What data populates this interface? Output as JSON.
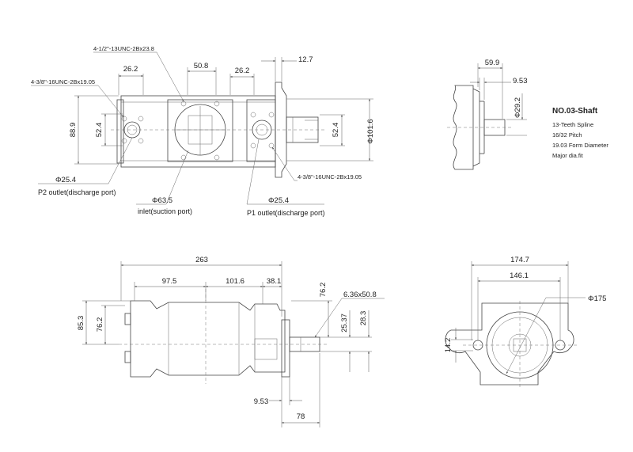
{
  "top_view": {
    "dims": {
      "d26_2_left": "26.2",
      "d50_8": "50.8",
      "d26_2_right": "26.2",
      "d12_7": "12.7",
      "d88_9": "88.9",
      "d52_4_left": "52.4",
      "d52_4_right": "52.4",
      "phi101_6": "Φ101.6"
    },
    "threads": {
      "top": "4-1/2\"-13UNC-2Bx23.8",
      "left": "4-3/8\"-16UNC-2Bx19.05",
      "right": "4-3/8\"-16UNC-2Bx19.05"
    },
    "ports": {
      "p2_size": "Φ25.4",
      "p2_label": "P2 outlet(discharge port)",
      "inlet_size": "Φ63.5",
      "inlet_label": "inlet(suction port)",
      "p1_size": "Φ25.4",
      "p1_label": "P1 outlet(discharge port)"
    }
  },
  "shaft_view": {
    "dims": {
      "d59_9": "59.9",
      "d9_53": "9.53",
      "phi29_2": "Φ29.2"
    },
    "spec": {
      "title": "NO.03-Shaft",
      "line1": "13-Teeth Spline",
      "line2": "16/32 Pitch",
      "line3": "19.03 Form Diameter",
      "line4": "Major dia.fit"
    }
  },
  "side_view": {
    "dims": {
      "d263": "263",
      "d97_5": "97.5",
      "d101_6": "101.6",
      "d38_1": "38.1",
      "d76_2_top": "76.2",
      "d6_36x50_8": "6.36x50.8",
      "d85_3": "85.3",
      "d76_2_left": "76.2",
      "d25_37": "25.37",
      "d28_3": "28.3",
      "d9_53": "9.53",
      "d78": "78"
    }
  },
  "end_view": {
    "dims": {
      "d174_7": "174.7",
      "d146_1": "146.1",
      "phi175": "Φ175",
      "d14_2": "14.2"
    }
  }
}
